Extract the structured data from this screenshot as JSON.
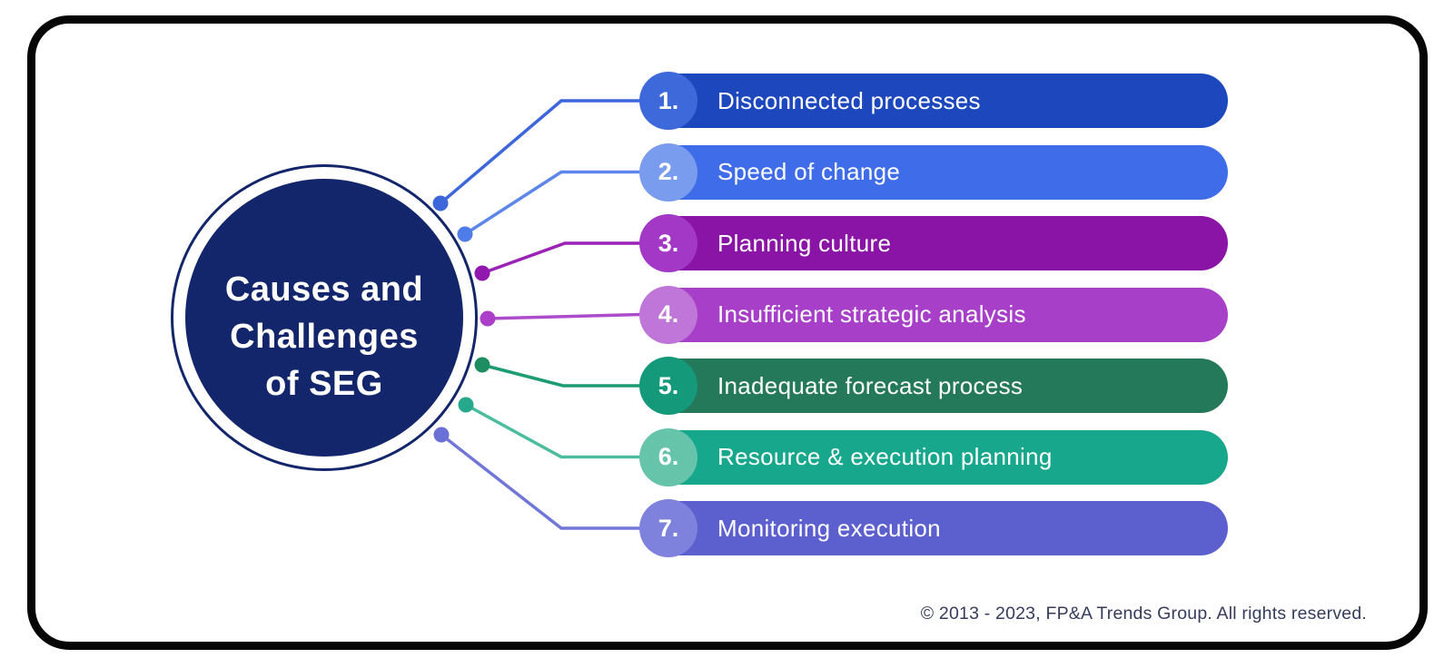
{
  "center": {
    "title": "Causes and Challenges of SEG",
    "lines": [
      "Causes and",
      "Challenges",
      "of SEG"
    ],
    "fill_color": "#13266b",
    "ring_color": "#13266b",
    "text_color": "#ffffff"
  },
  "items": [
    {
      "number": "1.",
      "label": "Disconnected processes",
      "bar_color": "#1c47bd",
      "badge_color": "#3d69da",
      "line_color": "#3c66da",
      "dot_color": "#3c66da"
    },
    {
      "number": "2.",
      "label": "Speed of change",
      "bar_color": "#3f6ce8",
      "badge_color": "#7a9cee",
      "line_color": "#5d86ea",
      "dot_color": "#4f7ce8"
    },
    {
      "number": "3.",
      "label": "Planning culture",
      "bar_color": "#8a14a6",
      "badge_color": "#a338c6",
      "line_color": "#9a23b6",
      "dot_color": "#9018ae"
    },
    {
      "number": "4.",
      "label": "Insufficient strategic analysis",
      "bar_color": "#a83fc9",
      "badge_color": "#c076d8",
      "line_color": "#ad4ccb",
      "dot_color": "#ac3fc9"
    },
    {
      "number": "5.",
      "label": "Inadequate forecast process",
      "bar_color": "#23795a",
      "badge_color": "#14997a",
      "line_color": "#1d9c70",
      "dot_color": "#1e8e62"
    },
    {
      "number": "6.",
      "label": "Resource & execution planning",
      "bar_color": "#17a78c",
      "badge_color": "#66c4ab",
      "line_color": "#4bbc9e",
      "dot_color": "#25a88b"
    },
    {
      "number": "7.",
      "label": "Monitoring execution",
      "bar_color": "#5c60ce",
      "badge_color": "#7e82dd",
      "line_color": "#7276d8",
      "dot_color": "#6b70d6"
    }
  ],
  "footer": {
    "copyright": "© 2013 - 2023, FP&A Trends Group. All rights reserved.",
    "text_color": "#363c5c"
  },
  "frame": {
    "border_color": "#060606"
  }
}
